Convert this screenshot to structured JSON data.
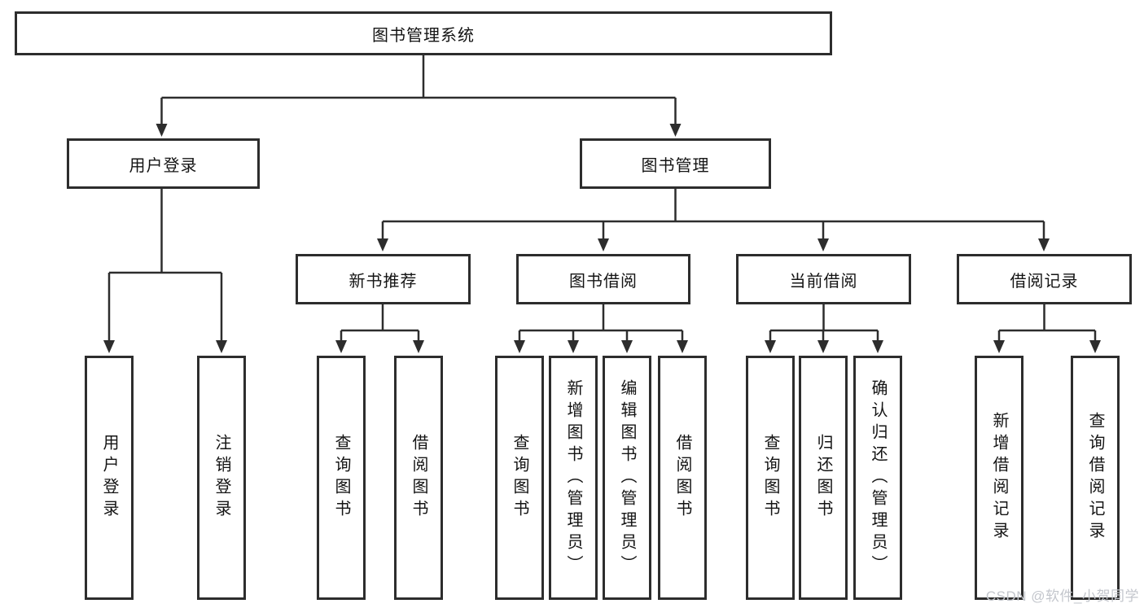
{
  "diagram_type": "hierarchy-tree",
  "tree": {
    "label": "图书管理系统",
    "children": [
      {
        "label": "用户登录",
        "children": [
          {
            "label": "用户登录"
          },
          {
            "label": "注销登录"
          }
        ]
      },
      {
        "label": "图书管理",
        "children": [
          {
            "label": "新书推荐",
            "children": [
              {
                "label": "查询图书"
              },
              {
                "label": "借阅图书"
              }
            ]
          },
          {
            "label": "图书借阅",
            "children": [
              {
                "label": "查询图书"
              },
              {
                "label": "新增图书（管理员）"
              },
              {
                "label": "编辑图书（管理员）"
              },
              {
                "label": "借阅图书"
              }
            ]
          },
          {
            "label": "当前借阅",
            "children": [
              {
                "label": "查询图书"
              },
              {
                "label": "归还图书"
              },
              {
                "label": "确认归还（管理员）"
              }
            ]
          },
          {
            "label": "借阅记录",
            "children": [
              {
                "label": "新增借阅记录"
              },
              {
                "label": "查询借阅记录"
              }
            ]
          }
        ]
      }
    ]
  },
  "watermark": {
    "text": "CSDN @软件_小贺同学"
  },
  "colors": {
    "background": "#ffffff",
    "box_border": "#2d2d2d",
    "line": "#2d2d2d",
    "text": "#141414",
    "watermark": "#c3c6cc"
  }
}
